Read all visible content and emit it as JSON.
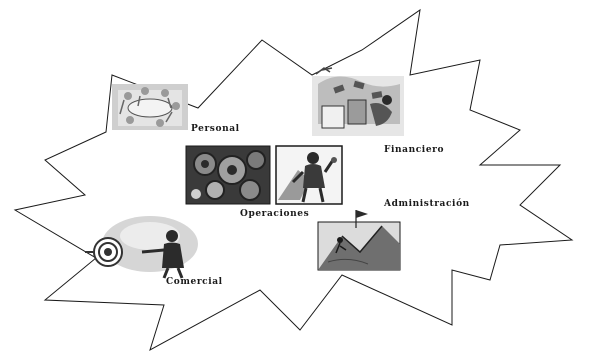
{
  "diagram": {
    "labels": {
      "personal": "Personal",
      "financiero": "Financiero",
      "operaciones": "Operaciones",
      "administracion": "Administración",
      "comercial": "Comercial"
    },
    "colors": {
      "outline": "#1a1a1a",
      "background": "#ffffff",
      "gray_dark": "#2b2b2b",
      "gray_mid": "#7a7a7a",
      "gray_light": "#c8c8c8"
    },
    "icons": {
      "personal": "meeting-people-icon",
      "financiero": "money-flow-icon",
      "operaciones_left": "machinery-gears-icon",
      "operaciones_right": "worker-figure-icon",
      "administracion": "climbing-goal-flag-icon",
      "comercial": "salesman-target-icon"
    }
  }
}
